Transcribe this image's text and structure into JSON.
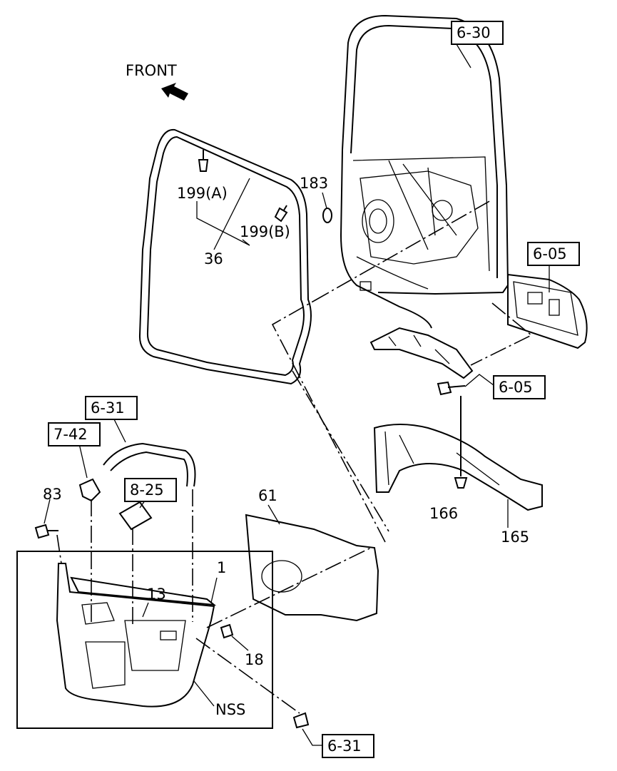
{
  "labels": {
    "front": "FRONT",
    "ref_6_30": "6-30",
    "ref_6_05_top": "6-05",
    "ref_6_05_bottom": "6-05",
    "ref_6_31_top": "6-31",
    "ref_6_31_bottom": "6-31",
    "ref_7_42": "7-42",
    "ref_8_25": "8-25",
    "p199a": "199(A)",
    "p199b": "199(B)",
    "p36": "36",
    "p183": "183",
    "p83": "83",
    "p61": "61",
    "p1": "1",
    "p13": "13",
    "p18": "18",
    "pNSS": "NSS",
    "p166": "166",
    "p165": "165"
  }
}
